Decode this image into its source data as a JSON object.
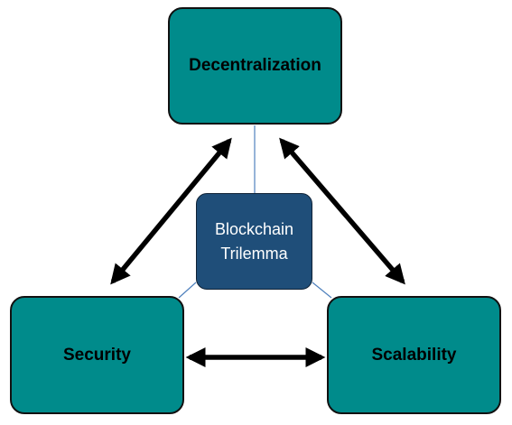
{
  "diagram": {
    "center": {
      "label_line1": "Blockchain",
      "label_line2": "Trilemma",
      "fill_color": "#1f4e79",
      "text_color": "#ffffff"
    },
    "nodes": {
      "top": "Decentralization",
      "left": "Security",
      "right": "Scalability"
    },
    "node_fill_color": "#008b8b",
    "connector_color": "#4f81bd",
    "arrow_color": "#000000"
  }
}
